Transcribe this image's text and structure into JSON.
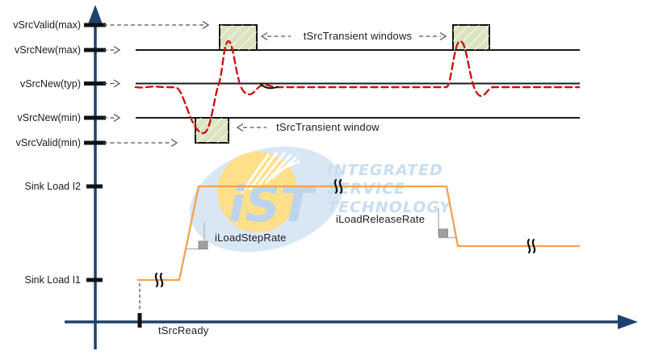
{
  "colors": {
    "axis": "#1f4170",
    "waveform": "#1a1a1a",
    "transient_window_fill": "#dbe3c0",
    "transient_curve": "#cc1414",
    "load_profile": "#f4a14e",
    "annotation_gray": "#555555",
    "watermark_shape_blue": "#d9e7f5",
    "watermark_yellow": "#ffe08a",
    "watermark_logo_text": "#bcd4ec",
    "watermark_text_blue": "#c8ddef"
  },
  "axis_labels": {
    "vsrcvalid_max": "vSrcValid(max)",
    "vsrcnew_max": "vSrcNew(max)",
    "vsrcnew_typ": "vSrcNew(typ)",
    "vsrcnew_min": "vSrcNew(min)",
    "vsrcvalid_min": "vSrcValid(min)",
    "sink_load_i2": "Sink Load I2",
    "sink_load_i1": "Sink Load I1"
  },
  "annotations": {
    "transient_windows_upper": "tSrcTransient windows",
    "transient_window_lower": "tSrcTransient window",
    "load_step_rate": "iLoadStepRate",
    "load_release_rate": "iLoadReleaseRate",
    "src_ready": "tSrcReady"
  },
  "watermark": {
    "logo": "iST",
    "lines": [
      "INTEGRATED",
      "SERVICE",
      "TECHNOLOGY"
    ]
  }
}
